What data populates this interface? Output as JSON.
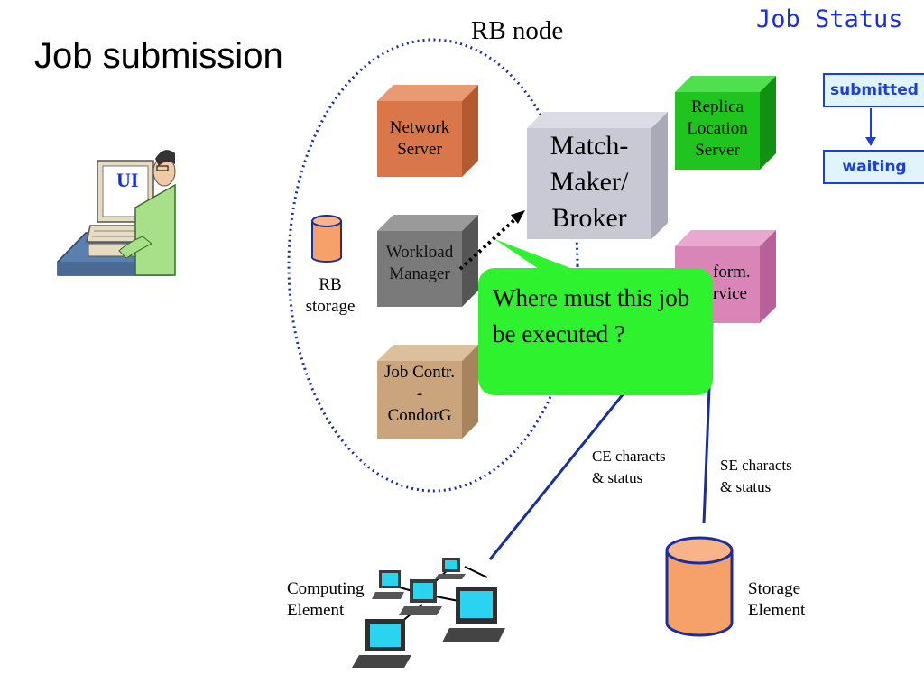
{
  "title": "Job submission",
  "rb_node_label": "RB node",
  "job_status": {
    "heading": "Job Status",
    "states": [
      "submitted",
      "waiting"
    ]
  },
  "ui_label": "UI",
  "components": {
    "network_server": "Network Server",
    "workload_manager": "Workload Manager",
    "job_controller": "Job Contr. - CondorG",
    "match_maker": "Match- Maker/ Broker",
    "replica_location_server": "Replica Location Server",
    "info_service": "Inform. Service",
    "rb_storage": "RB storage"
  },
  "component_lines": {
    "network_server": [
      "Network",
      "Server"
    ],
    "workload_manager": [
      "Workload",
      "Manager"
    ],
    "job_controller": [
      "Job Contr.",
      "-",
      "CondorG"
    ],
    "match_maker": [
      "Match-",
      "Maker/",
      "Broker"
    ],
    "replica_location_server": [
      "Replica",
      "Location",
      "Server"
    ],
    "info_service": [
      "form.",
      "rvice"
    ],
    "rb_storage": [
      "RB",
      "storage"
    ]
  },
  "callout": "Where must this job be executed ?",
  "links": {
    "ce": [
      "CE characts",
      "& status"
    ],
    "se": [
      "SE characts",
      "& status"
    ]
  },
  "computing_element": [
    "Computing",
    "Element"
  ],
  "storage_element": [
    "Storage",
    "Element"
  ],
  "colors": {
    "network_server": "#d9774a",
    "workload_manager": "#7a7a7a",
    "job_controller": "#c9a47c",
    "match_maker": "#c9c9d6",
    "replica_location_server": "#1fc41f",
    "info_service": "#d985b8",
    "callout": "#2ef22e",
    "storage": "#f6a06a",
    "outline_blue": "#1a2f9c",
    "status_text": "#1f3fd0",
    "status_fill": "#dff4fb"
  }
}
